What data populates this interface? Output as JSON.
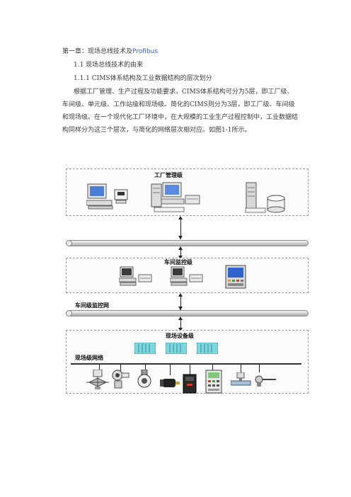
{
  "heading": {
    "chapter_prefix": "第一章：现场总线技术及",
    "chapter_link": "Profibus",
    "section_1_1": "1.1  现场总线技术的由来",
    "section_1_1_1": "1.1.1  CIMS体系结构及工业数据结构的层次划分"
  },
  "paragraph_lines": [
    "根据工厂管理、生产过程及功能要求，CIMS体系结构可分为5层，即工厂级、",
    "车间级、单元级、工作站级和现场级。简化的CIMS则分为3层，即工厂级、车间级",
    "和现场级。在一个现代化工厂环境中，在大规模的工业生产过程控制中，工业数据结",
    "构同样分为这三个层次，与简化的网络层次相对应。如图1-1所示。"
  ],
  "diagram": {
    "level_factory": "工厂管理级",
    "level_workshop": "车间监控级",
    "workshop_network": "车间级监控网",
    "level_field_devices": "现场设备级",
    "field_network": "现场级网络"
  },
  "icons": [
    "workstation-icon",
    "printer-icon",
    "server-icon",
    "database-icon",
    "plc-rack-icon",
    "motor-icon",
    "drive-icon",
    "valve-icon",
    "sensor-icon",
    "operator-panel-icon"
  ],
  "colors": {
    "link": "#3b5bd6",
    "plc": "#7fd6dd",
    "screen": "#5a8be0"
  }
}
